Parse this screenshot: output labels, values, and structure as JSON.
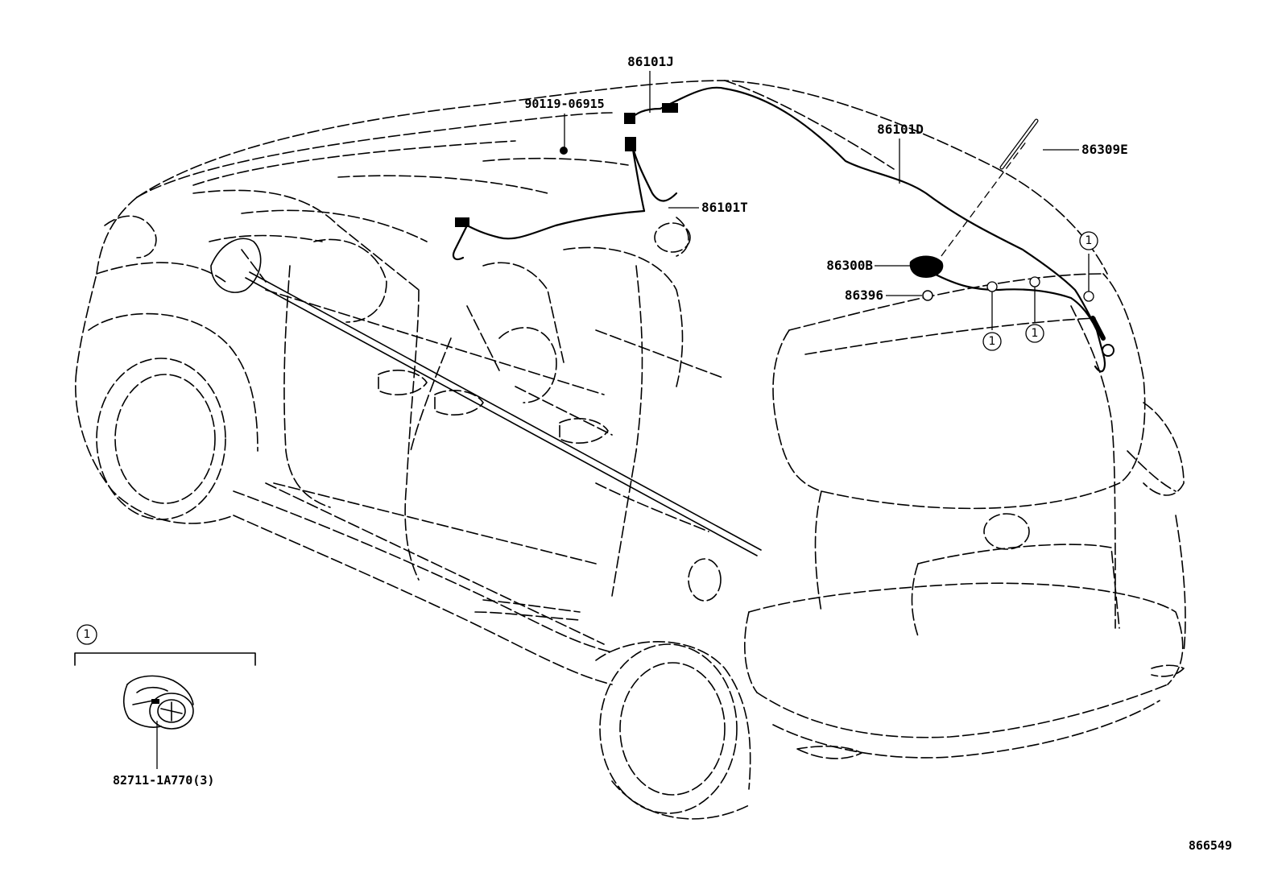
{
  "parts": {
    "p86101J": "86101J",
    "p90119": "90119-06915",
    "p86101D": "86101D",
    "p86309E": "86309E",
    "p86101T": "86101T",
    "p86300B": "86300B",
    "p86396": "86396",
    "p82711": "82711-1A770(3)"
  },
  "callouts": {
    "c1": "1"
  },
  "diagram_id": "866549"
}
